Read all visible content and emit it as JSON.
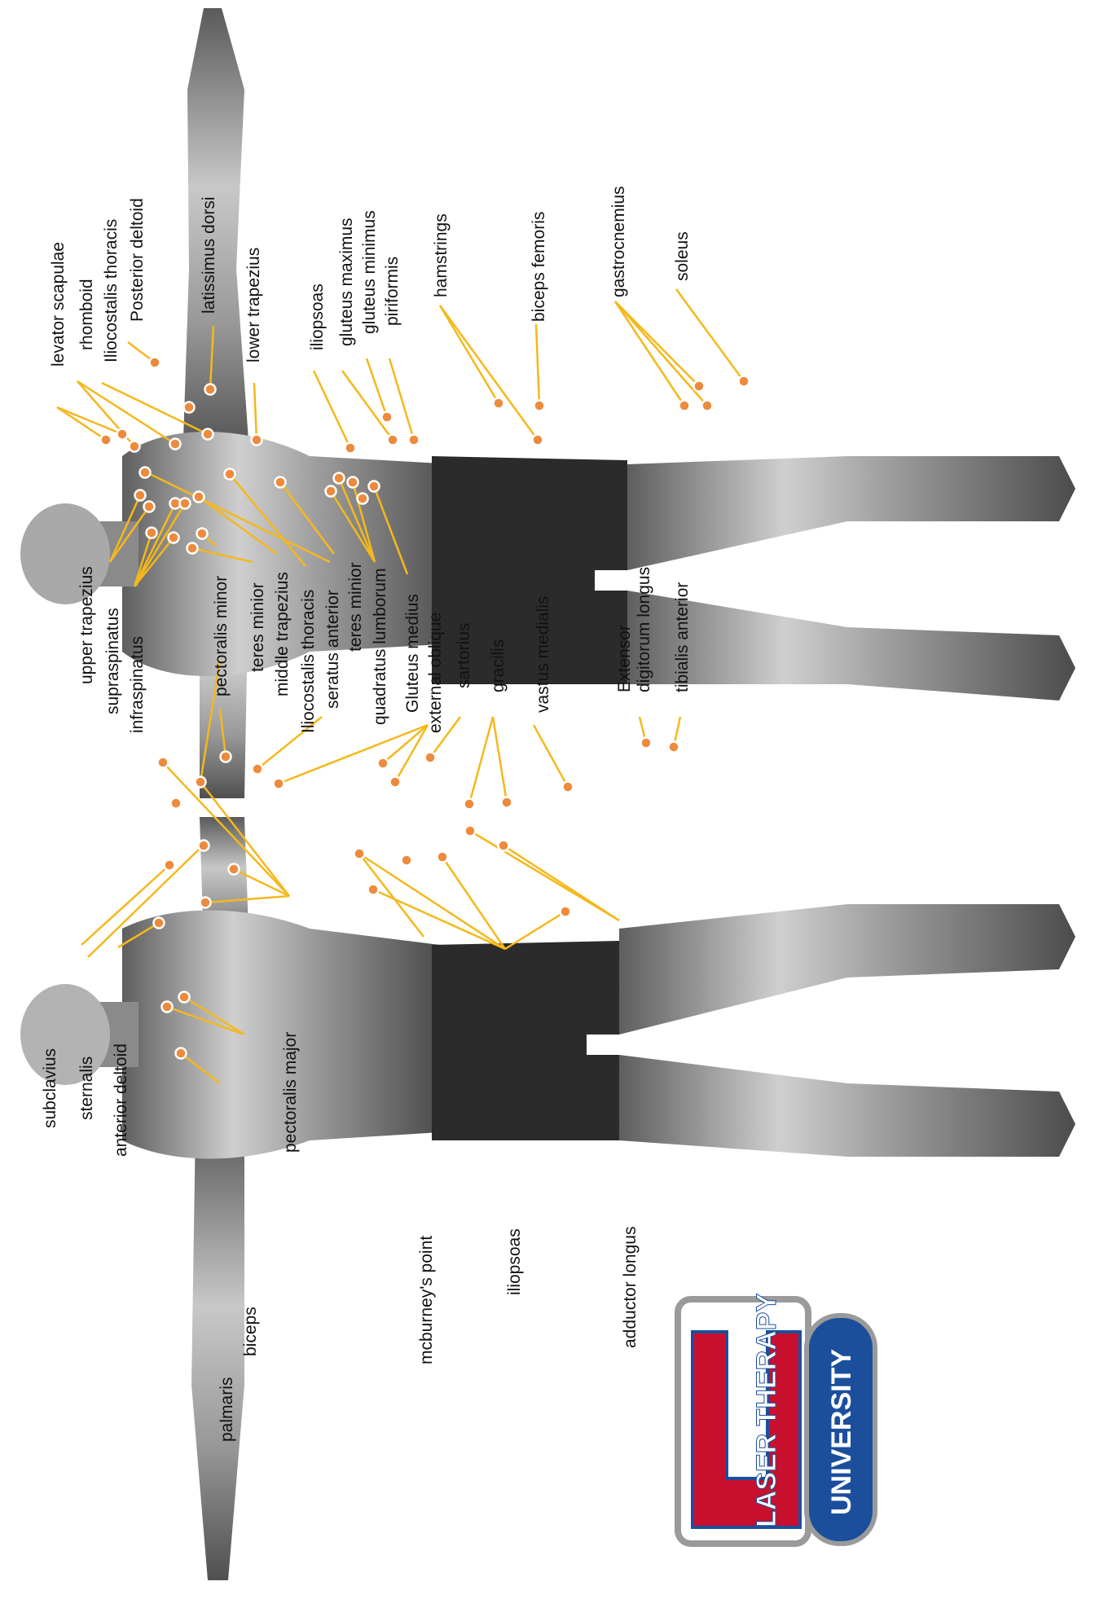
{
  "colors": {
    "background": "#ffffff",
    "leader_line": "#f5b81c",
    "point_fill": "#ee8a3c",
    "point_ring": "#ffffff",
    "body_light": "#d2d2d2",
    "body_dark": "#6a6a6a",
    "shorts": "#2b2b2b",
    "logo_red": "#c8102e",
    "logo_blue": "#1b4f9c"
  },
  "logo": {
    "line1": "LASER THERAPY",
    "line2": "UNIVERSITY",
    "letter": "U"
  },
  "back_view": {
    "upper_labels": {
      "levator_scapulae": "levator  scapulae",
      "rhomboid": "rhomboid",
      "iliocostalis_thoracis": "Iliocostalis thoracis",
      "posterior_deltoid": "Posterior deltoid",
      "latissimus_dorsi": "latissimus  dorsi",
      "lower_trapezius": "lower trapezius",
      "iliopsoas": "iliopsoas",
      "gluteus_maximus": "gluteus  maximus",
      "gluteus_minimus": "gluteus  minimus",
      "piriformis": "piriformis",
      "hamstrings": "hamstrings",
      "biceps_femoris": "biceps femoris",
      "gastrocnemius": "gastrocnemius",
      "soleus": "soleus"
    },
    "lower_labels": {
      "upper_trapezius": "upper trapezius",
      "supraspinatus": "supraspinatus",
      "infraspinatus": "infraspinatus",
      "pectoralis_minor": "pectoralis minor",
      "teres_minior": "teres minior",
      "middle_trapezius": "middle trapezius",
      "iliocostalis_thoracis": "Iliocostalis thoracis",
      "seratus_anterior": "seratus anterior",
      "teres_minor": "teres minior",
      "quadratus_lumborum": "quadratus  lumborum",
      "gluteus_medius": "Gluteus  medius",
      "external_oblique": "external  oblique",
      "sartorius": "sartorius",
      "gracilis": "gracilis",
      "vastus_medialis": "vastus  medialis",
      "extensor_digitorum_longus": "Extensor  digitorum longus",
      "tibialis_anterior": "tibialis anterior"
    }
  },
  "front_view": {
    "labels": {
      "subclavius": "subclavius",
      "sternalis": "sternalis",
      "anterior_deltoid": "anterior deltoid",
      "pectoralis_major": "pectoralis major",
      "biceps": "biceps",
      "palmaris": "palmaris",
      "mcburneys_point": "mcburney's point",
      "iliopsoas": "iliopsoas",
      "adductor_longus": "adductor longus"
    }
  }
}
